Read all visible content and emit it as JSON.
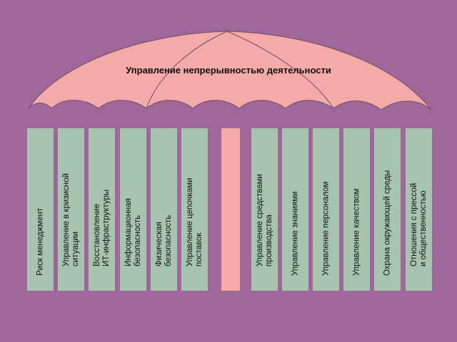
{
  "umbrella": {
    "title": "Управление непрерывностью деятельности"
  },
  "pillars": [
    {
      "label": "Риск менеджмент"
    },
    {
      "label": "Управление в кризисной\nситуации"
    },
    {
      "label": "Восстановление\nИТ-инфраструктуры"
    },
    {
      "label": "Информационная\nбезопасность"
    },
    {
      "label": "Физическая\nбезопасность"
    },
    {
      "label": "Управление цепочками\nпоставок"
    },
    {
      "label": ""
    },
    {
      "label": "Управление средствами\nпроизводства"
    },
    {
      "label": "Управление знаниями"
    },
    {
      "label": "Управление персоналом"
    },
    {
      "label": "Управление качеством"
    },
    {
      "label": "Охрана окружающей среды"
    },
    {
      "label": "Отношения с прессой\nи общественностью"
    }
  ],
  "colors": {
    "background": "#a0679a",
    "canopy": "#f5aaaa",
    "pillar": "#a6c4b0",
    "center_pillar": "#f5aaaa"
  }
}
